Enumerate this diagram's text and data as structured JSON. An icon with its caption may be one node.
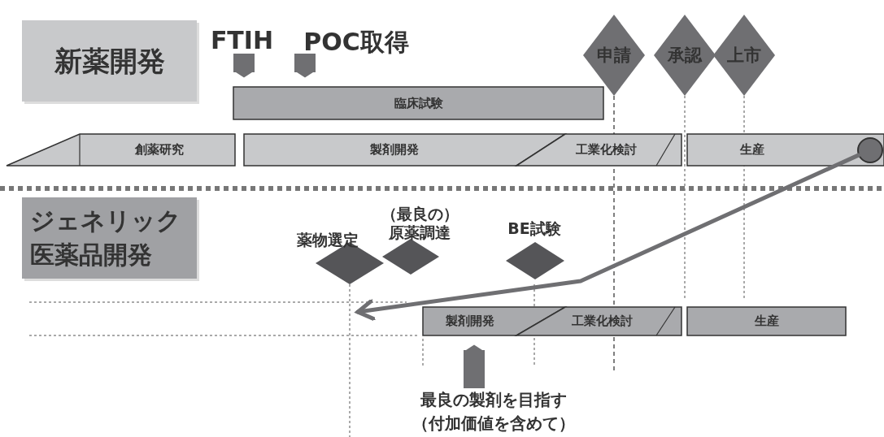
{
  "diagram": {
    "nodes": [
      {
        "text": [
          "新薬開発"
        ]
      },
      {
        "text": [
          "FTIH"
        ]
      },
      {
        "text": [
          "POC取得"
        ]
      },
      {
        "text": [
          "臨床試験"
        ]
      },
      {
        "text": [
          "申請"
        ]
      },
      {
        "text": [
          "承認"
        ]
      },
      {
        "text": [
          "上市"
        ]
      },
      {
        "text": [
          "創薬研究"
        ]
      },
      {
        "text": [
          "製剤開発"
        ]
      },
      {
        "text": [
          "工業化検討"
        ]
      },
      {
        "text": [
          "生産"
        ]
      },
      {
        "text": [],
        "shape": "circle",
        "in": 10
      },
      {
        "text": [
          "ジェネリック医薬品開発"
        ]
      },
      {
        "text": [
          "薬物選定"
        ]
      },
      {
        "text": [
          "（最良の）原薬調達"
        ]
      },
      {
        "text": [
          "BE試験"
        ]
      },
      {
        "text": [
          "製剤開発"
        ]
      },
      {
        "text": [
          "工業化検討"
        ]
      },
      {
        "text": [
          "生産"
        ]
      },
      {
        "text": [
          "最良の製剤を目指す（付加価値を含めて）"
        ]
      }
    ],
    "edges": [
      {
        "from": 1,
        "to": 3,
        "arrow": "to"
      },
      {
        "from": 2,
        "to": 3,
        "arrow": "to"
      },
      {
        "from": 11,
        "to": 13,
        "arrow": "to"
      },
      {
        "from": 19,
        "to": 16,
        "arrow": "to"
      }
    ]
  }
}
